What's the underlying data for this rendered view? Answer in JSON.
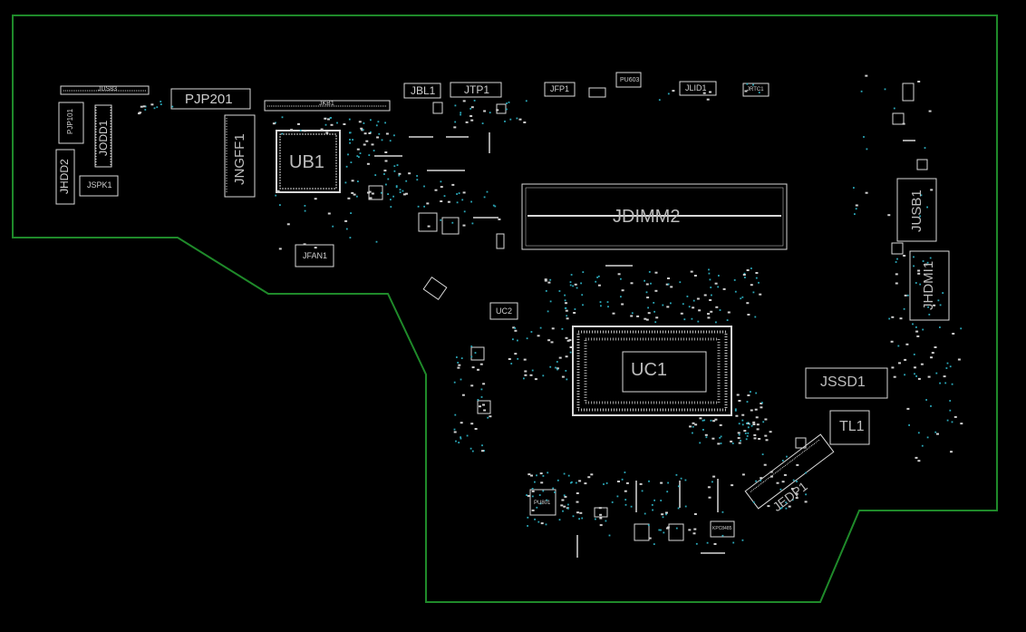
{
  "colors": {
    "background": "#000000",
    "board_outline": "#1f8a2a",
    "silkscreen": "#d8d8d8",
    "pads": "#cfcfcf",
    "vias": "#2aa7b8"
  },
  "components": {
    "jus83": "JUS83",
    "pjp201": "PJP201",
    "jkb1": "JKB1",
    "jbl1": "JBL1",
    "jtp1": "JTP1",
    "jfp1": "JFP1",
    "pu603": "PU603",
    "jlid1": "JLID1",
    "jrtc1": "JRTC1",
    "pjp101": "PJP101",
    "jodd1": "JODD1",
    "jhdd2": "JHDD2",
    "jspk1": "JSPK1",
    "jngff1": "JNGFF1",
    "ub1": "UB1",
    "jfan1": "JFAN1",
    "jdimm2": "JDIMM2",
    "jusb1": "JUSB1",
    "jhdmi1": "JHDMI1",
    "uc2": "UC2",
    "uc1": "UC1",
    "jssd1": "JSSD1",
    "tl1": "TL1",
    "jedp1": "JEDP1",
    "pu801": "PU801",
    "kpc8485": "KPC8485"
  }
}
